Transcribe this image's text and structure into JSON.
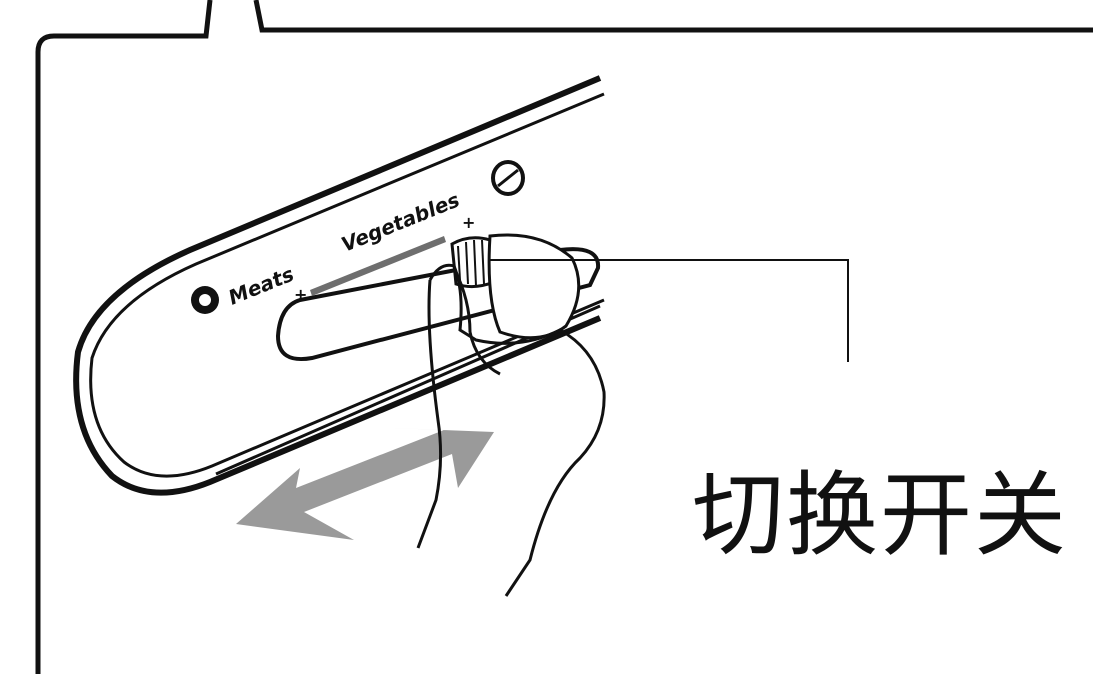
{
  "diagram": {
    "panel_labels": {
      "meats": "Meats",
      "vegetables": "Vegetables",
      "plus_left": "+",
      "plus_right": "+"
    },
    "callout": "切换开关"
  },
  "colors": {
    "ink": "#111111",
    "arrow_gray": "#9a9a9a",
    "bar_gray": "#6e6e6e",
    "background": "#ffffff"
  }
}
